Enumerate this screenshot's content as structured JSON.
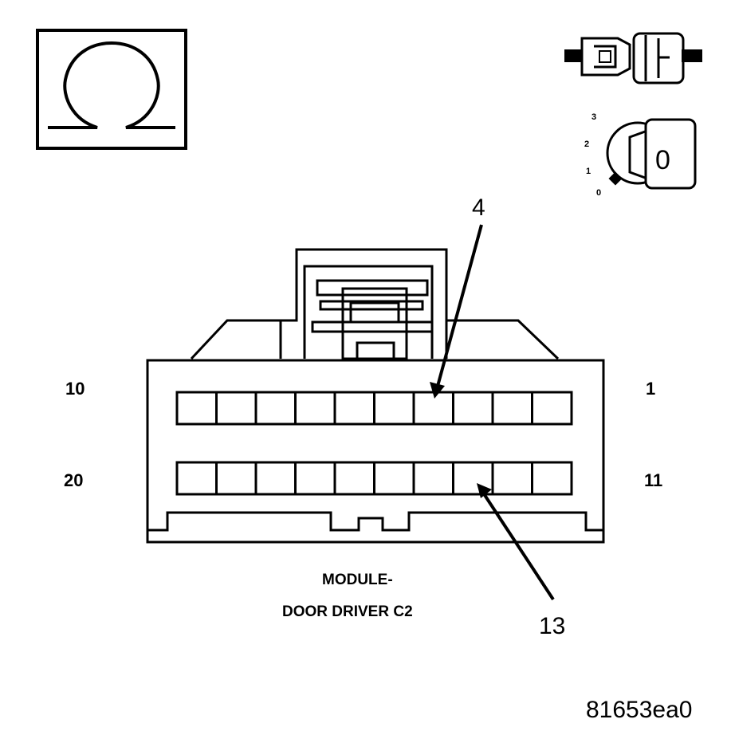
{
  "ignition": {
    "positions": [
      "0",
      "1",
      "2",
      "3"
    ],
    "key_position": "0"
  },
  "connector": {
    "pin_labels": {
      "top_left": "10",
      "top_right": "1",
      "bottom_left": "20",
      "bottom_right": "11"
    },
    "callouts": [
      "4",
      "13"
    ],
    "caption_line1": "MODULE-",
    "caption_line2": "DOOR DRIVER C2"
  },
  "figure_id": "81653ea0"
}
